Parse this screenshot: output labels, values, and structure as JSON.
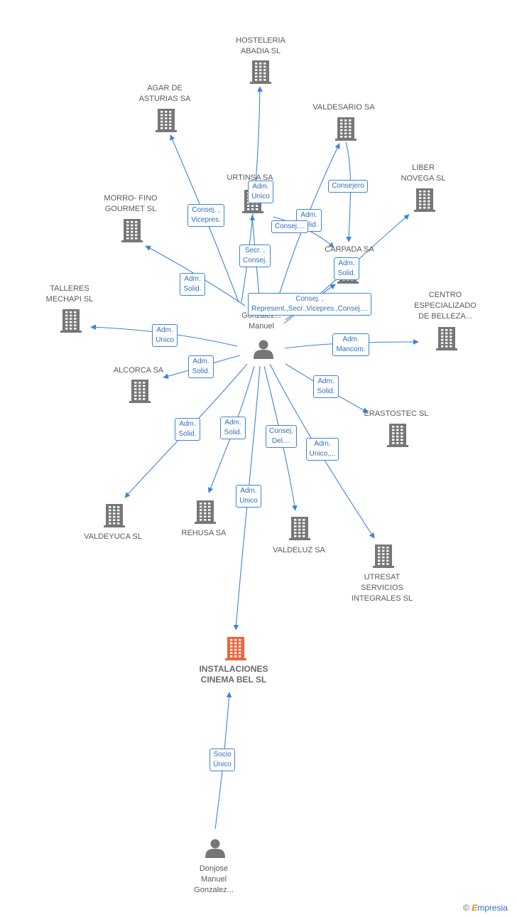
{
  "colors": {
    "edge": "#3f83d6",
    "building": "#777777",
    "target": "#f0643c",
    "person": "#777777"
  },
  "nodes": [
    {
      "id": "hosteleria",
      "label": [
        "HOSTELERIA",
        "ABADIA SL"
      ],
      "icon": "building-icon"
    },
    {
      "id": "agar",
      "label": [
        "AGAR DE",
        "ASTURIAS SA"
      ],
      "icon": "building-icon"
    },
    {
      "id": "valdesario",
      "label": [
        "VALDESARIO SA"
      ],
      "icon": "building-icon"
    },
    {
      "id": "urtinsa",
      "label": [
        "URTINSA SA"
      ],
      "icon": "building-icon"
    },
    {
      "id": "liber",
      "label": [
        "LIBER",
        "NOVEGA  SL"
      ],
      "icon": "building-icon"
    },
    {
      "id": "morro",
      "label": [
        "MORRO- FINO",
        "GOURMET  SL"
      ],
      "icon": "building-icon"
    },
    {
      "id": "carpada",
      "label": [
        "CARPADA SA"
      ],
      "icon": "building-icon"
    },
    {
      "id": "talleres",
      "label": [
        "TALLERES",
        "MECHAPI SL"
      ],
      "icon": "building-icon"
    },
    {
      "id": "centro",
      "label": [
        "CENTRO",
        "ESPECIALIZADO",
        "DE BELLEZA..."
      ],
      "icon": "building-icon"
    },
    {
      "id": "person1",
      "label": [
        "Gonzalez...",
        "Manuel"
      ],
      "icon": "person-icon"
    },
    {
      "id": "alcorca",
      "label": [
        "ALCORCA SA"
      ],
      "icon": "building-icon"
    },
    {
      "id": "erastostec",
      "label": [
        "ERASTOSTEC SL"
      ],
      "icon": "building-icon"
    },
    {
      "id": "valdeyuca",
      "label": [
        "VALDEYUCA SL"
      ],
      "icon": "building-icon"
    },
    {
      "id": "rehusa",
      "label": [
        "REHUSA SA"
      ],
      "icon": "building-icon"
    },
    {
      "id": "valdeluz",
      "label": [
        "VALDELUZ SA"
      ],
      "icon": "building-icon"
    },
    {
      "id": "utresat",
      "label": [
        "UTRESAT",
        "SERVICIOS",
        "INTEGRALES  SL"
      ],
      "icon": "building-icon"
    },
    {
      "id": "instalaciones",
      "label": [
        "INSTALACIONES",
        "CINEMA BEL SL"
      ],
      "icon": "building-icon",
      "highlight": true
    },
    {
      "id": "person2",
      "label": [
        "Donjose",
        "Manuel",
        "Gonzalez..."
      ],
      "icon": "person-icon"
    }
  ],
  "edges": [
    {
      "from": "person1",
      "to": "hosteleria",
      "label": [
        "Adm.",
        "Unico"
      ]
    },
    {
      "from": "person1",
      "to": "agar",
      "label": [
        "Consej. ,",
        "Vicepres."
      ]
    },
    {
      "from": "person1",
      "to": "valdesario",
      "label": [
        "Adm.",
        "Solid."
      ]
    },
    {
      "from": "valdesario",
      "to": "carpada",
      "label": [
        "Consejero"
      ]
    },
    {
      "from": "person1",
      "to": "urtinsa",
      "label": [
        "Secr. ,",
        "Consej."
      ]
    },
    {
      "from": "urtinsa",
      "to": "carpada",
      "label": [
        "Consej...."
      ]
    },
    {
      "from": "person1",
      "to": "liber",
      "label": [
        "Adm.",
        "Solid."
      ]
    },
    {
      "from": "person1",
      "to": "carpada",
      "label": [
        "Consej. ,",
        "Represent.,Secr.,Vicepres.,Consej...."
      ]
    },
    {
      "from": "person1",
      "to": "morro",
      "label": [
        "Adm.",
        "Solid."
      ]
    },
    {
      "from": "person1",
      "to": "talleres",
      "label": [
        "Adm.",
        "Unico"
      ]
    },
    {
      "from": "person1",
      "to": "centro",
      "label": [
        "Adm.",
        "Mancom."
      ]
    },
    {
      "from": "person1",
      "to": "alcorca",
      "label": [
        "Adm.",
        "Solid."
      ]
    },
    {
      "from": "person1",
      "to": "erastostec",
      "label": [
        "Adm.",
        "Solid."
      ]
    },
    {
      "from": "person1",
      "to": "valdeyuca",
      "label": [
        "Adm.",
        "Solid."
      ]
    },
    {
      "from": "person1",
      "to": "rehusa",
      "label": [
        "Adm.",
        "Solid."
      ]
    },
    {
      "from": "person1",
      "to": "valdeluz",
      "label": [
        "Consej.",
        "Del...."
      ]
    },
    {
      "from": "person1",
      "to": "utresat",
      "label": [
        "Adm.",
        "Unico,..."
      ]
    },
    {
      "from": "person1",
      "to": "instalaciones",
      "label": [
        "Adm.",
        "Unico"
      ]
    },
    {
      "from": "person2",
      "to": "instalaciones",
      "label": [
        "Socio",
        "Único"
      ]
    }
  ],
  "brand": {
    "copyright": "©",
    "name": "mpresia",
    "initial": "E"
  }
}
